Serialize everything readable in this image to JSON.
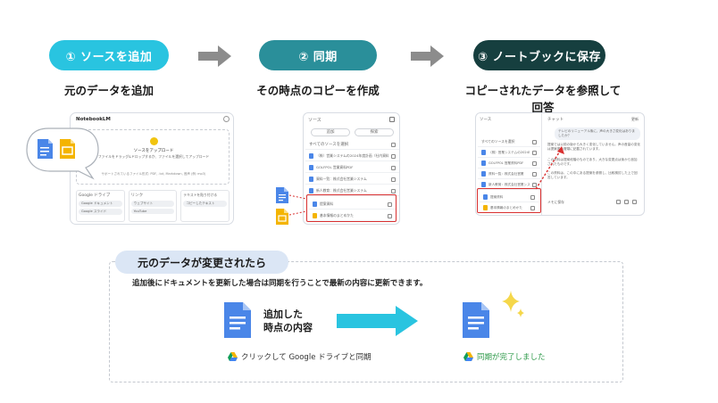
{
  "steps": [
    {
      "pill": "① ソースを追加",
      "title": "元のデータを追加",
      "color": "#29c4e0"
    },
    {
      "pill": "② 同期",
      "title": "その時点のコピーを作成",
      "color": "#2a8f9a"
    },
    {
      "pill": "③ ノートブックに保存",
      "title": "コピーされたデータを参照して回答",
      "color": "#163f3f"
    }
  ],
  "panel1": {
    "brand": "NotebookLM",
    "upload_title": "ソースをアップロード",
    "upload_sub": "ファイルをドラッグ&ドロップするか、ファイルを選択してアップロード",
    "upload_types": "サポートされているファイル形式: PDF, .txt, Markdown, 音声 (例: mp3)",
    "col1": "Google ドライブ",
    "col2": "リンク",
    "col3": "テキストを貼り付ける",
    "chip1": "Google ドキュメント",
    "chip2": "Google スライド",
    "chip3": "ウェブサイト",
    "chip4": "YouTube",
    "chip5": "コピーしたテキスト"
  },
  "panel2": {
    "header": "ソース",
    "btn_add": "追加",
    "btn_discover": "探索",
    "select_all": "すべてのソースを選択",
    "rows": [
      "（株）営業システムの2024年度計画（社内資料）",
      "GOLFPOL 営業資料PDF",
      "資料一覧：株式会社営業システム",
      "新人教育：株式会社営業システム",
      "提案資料",
      "基本情報のまとめかた"
    ]
  },
  "panel3": {
    "header": "ソース",
    "chat_header": "チャット",
    "chat_btn": "更新",
    "select_all": "すべてのソースを選択",
    "rows": [
      "（株）営業システムの2024年度計画",
      "GOLFPOL 営業資料PDF",
      "資料一覧：株式会社営業",
      "新人教育：株式会社営業システム",
      "提案資料",
      "基本情報のまとめかた"
    ],
    "user_msg": "テレビのリニューアル後に、声の大きさ変化はありましたか？",
    "answer1": "提案では以前の版から大きく変化していません。声の音量の変化は提案書の冒頭に記載されています。",
    "answer2": "この資料は提案段階のものであり、大きな変更点は後から追加されたものです。",
    "answer3": "この資料は、この中にある提案を参照し、比較検討した上で回答しています。",
    "save_note": "メモに保存"
  },
  "change": {
    "pill": "元のデータが変更されたら",
    "desc": "追加後にドキュメントを更新した場合は同期を行うことで最新の内容に更新できます。",
    "added_line1": "追加した",
    "added_line2": "時点の内容",
    "sync_caption": "クリックして Google ドライブと同期",
    "done_caption": "同期が完了しました"
  },
  "colors": {
    "doc_blue": "#4a86e8",
    "slide_yellow": "#f4b400",
    "red": "#d93030",
    "cyan_arrow": "#29c4e0",
    "done_green": "#2e9a4a"
  }
}
